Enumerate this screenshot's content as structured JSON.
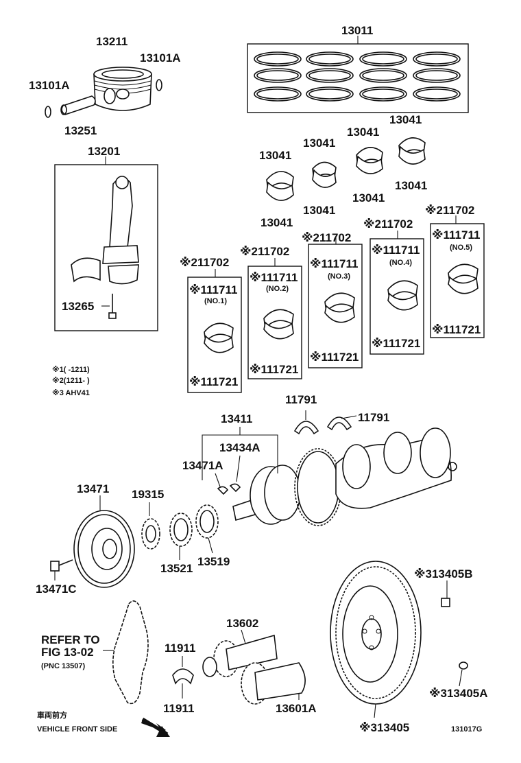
{
  "parts": {
    "p13211": "13211",
    "p13101a_right": "13101A",
    "p13101a_left": "13101A",
    "p13251": "13251",
    "p13011": "13011",
    "p13201": "13201",
    "p13265": "13265",
    "p13041_a": "13041",
    "p13041_b": "13041",
    "p13041_c": "13041",
    "p13041_d": "13041",
    "p13041_e": "13041",
    "p13041_f": "13041",
    "p13041_g": "13041",
    "p13041_h": "13041",
    "p11702_1": "※211702",
    "p11702_2": "※211702",
    "p11702_3": "※211702",
    "p11702_4": "※211702",
    "p11702_5": "※211702",
    "p11711_1": "※111711",
    "p11711_2": "※111711",
    "p11711_3": "※111711",
    "p11711_4": "※111711",
    "p11711_5": "※111711",
    "no_1": "(NO.1)",
    "no_2": "(NO.2)",
    "no_3": "(NO.3)",
    "no_4": "(NO.4)",
    "no_5": "(NO.5)",
    "p11721_1": "※111721",
    "p11721_2": "※111721",
    "p11721_3": "※111721",
    "p11721_4": "※111721",
    "p11721_5": "※111721",
    "p11791_left": "11791",
    "p11791_right": "11791",
    "p13411": "13411",
    "p13434a": "13434A",
    "p13471a": "13471A",
    "p13471": "13471",
    "p19315": "19315",
    "p13521": "13521",
    "p13519": "13519",
    "p13471c": "13471C",
    "p13405b": "※313405B",
    "p13405a": "※313405A",
    "p13405": "※313405",
    "p13602": "13602",
    "p13601a": "13601A",
    "p11911_top": "11911",
    "p11911_bot": "11911"
  },
  "notes": {
    "n1": "※1(      -1211)",
    "n2": "※2(1211-      )",
    "n3": "※3 AHV41"
  },
  "refer": {
    "line1": "REFER TO",
    "line2": "FIG 13-02",
    "line3": "(PNC 13507)"
  },
  "direction": {
    "jp": "車両前方",
    "en": "VEHICLE FRONT SIDE"
  },
  "figure_id": "131017G"
}
